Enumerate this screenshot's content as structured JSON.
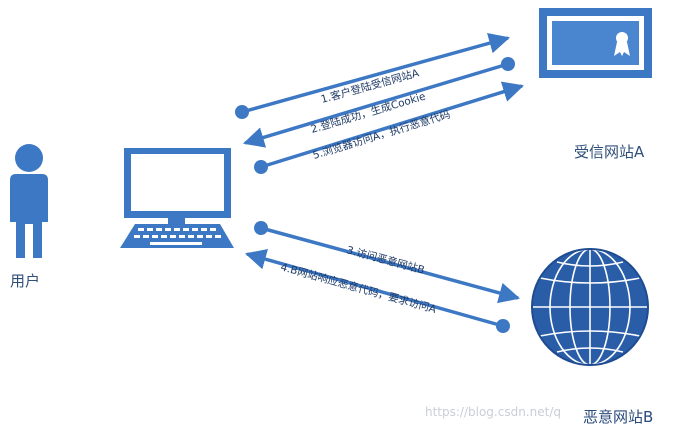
{
  "nodes": {
    "user": "用户",
    "trusted_site": "受信网站A",
    "malicious_site": "恶意网站B"
  },
  "steps": [
    "1.客户登陆受信网站A",
    "2.登陆成功，生成Cookie",
    "5.浏览器访问A，执行恶意代码",
    "3.访问恶意网站B",
    "4.B网站响应恶意代码，要求访问A"
  ],
  "watermark": "https://blog.csdn.net/q",
  "colors": {
    "primary_blue": "#3d78c4",
    "dark_blue": "#2a5da8",
    "text_blue": "#1f3a66"
  }
}
